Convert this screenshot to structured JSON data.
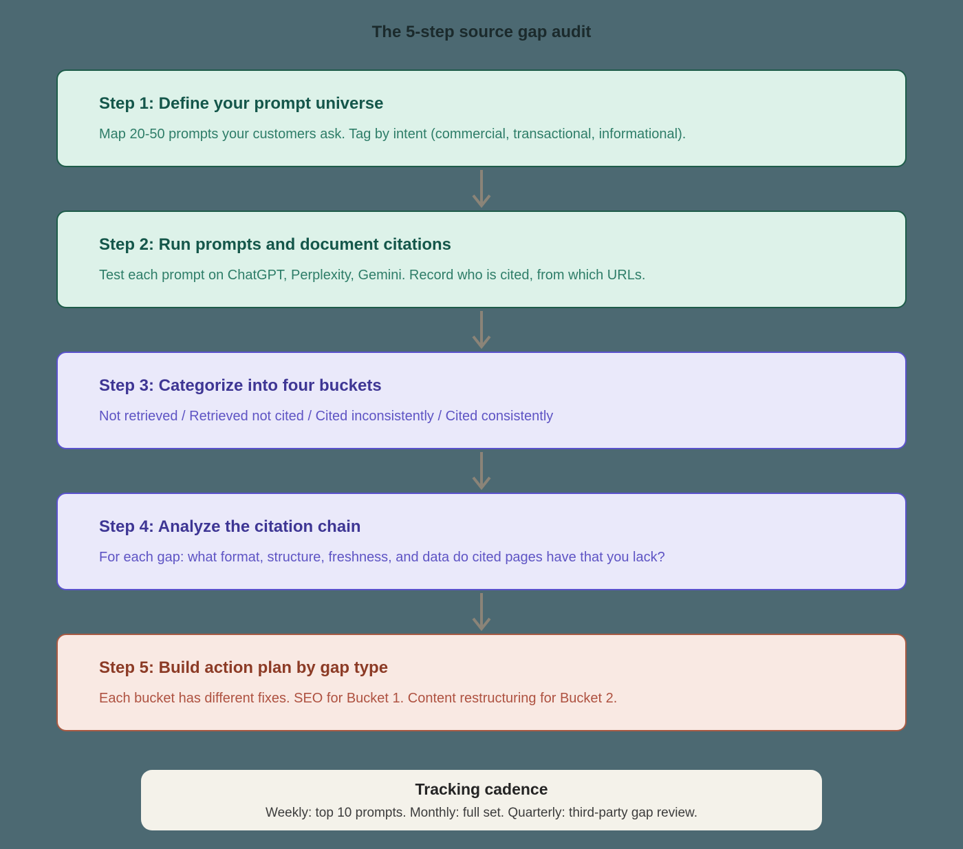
{
  "title": "The 5-step source gap audit",
  "steps": [
    {
      "heading": "Step 1: Define your prompt universe",
      "body": "Map 20-50 prompts your customers ask. Tag by intent (commercial, transactional, informational).",
      "theme": "green"
    },
    {
      "heading": "Step 2: Run prompts and document citations",
      "body": "Test each prompt on ChatGPT, Perplexity, Gemini. Record who is cited, from which URLs.",
      "theme": "green"
    },
    {
      "heading": "Step 3: Categorize into four buckets",
      "body": "Not retrieved / Retrieved not cited / Cited inconsistently / Cited consistently",
      "theme": "purple"
    },
    {
      "heading": "Step 4: Analyze the citation chain",
      "body": "For each gap: what format, structure, freshness, and data do cited pages have that you lack?",
      "theme": "purple"
    },
    {
      "heading": "Step 5: Build action plan by gap type",
      "body": "Each bucket has different fixes. SEO for Bucket 1. Content restructuring for Bucket 2.",
      "theme": "red"
    }
  ],
  "footer": {
    "heading": "Tracking cadence",
    "body": "Weekly: top 10 prompts. Monthly: full set. Quarterly: third-party gap review."
  },
  "colors": {
    "background": "#4c6972",
    "green_card_bg": "#ddf2e9",
    "green_card_border": "#1d5c49",
    "green_heading": "#14564a",
    "green_body": "#2e7d68",
    "purple_card_bg": "#eae9fa",
    "purple_card_border": "#5a52cc",
    "purple_heading": "#3e3694",
    "purple_body": "#5e54c4",
    "red_card_bg": "#f9e9e3",
    "red_card_border": "#a85a43",
    "red_heading": "#8c3b26",
    "red_body": "#ae5140",
    "footer_bg": "#f4f2ea",
    "arrow": "#8b8478",
    "title_text": "#1b2a2c"
  }
}
